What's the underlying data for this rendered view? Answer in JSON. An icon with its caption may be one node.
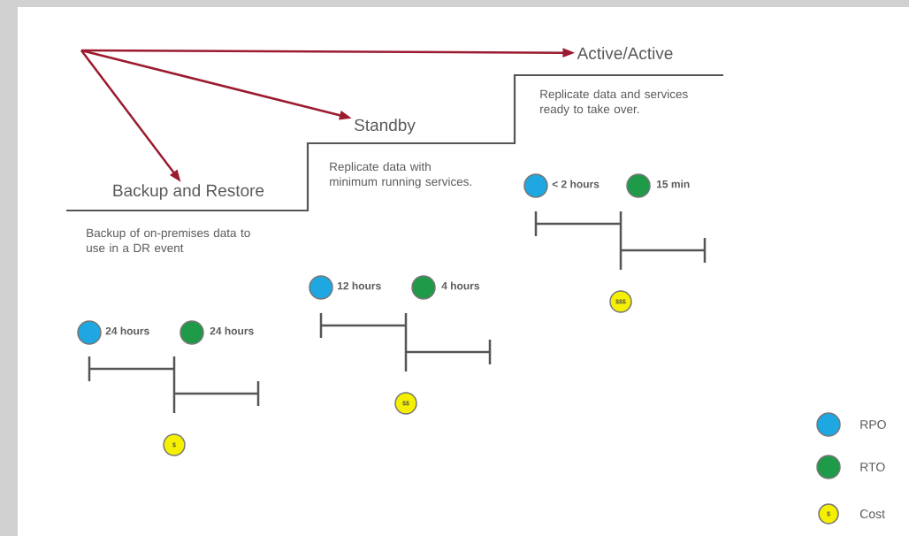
{
  "diagram": {
    "nodes": [
      {
        "text": [
          "Backup and Restore"
        ]
      },
      {
        "text": [
          "Standby"
        ]
      },
      {
        "text": [
          "Active/Active"
        ]
      }
    ],
    "edges": [
      {
        "from": null,
        "to": 0,
        "arrow": "to",
        "color": "#9b1b30"
      },
      {
        "from": null,
        "to": 1,
        "arrow": "to",
        "color": "#9b1b30"
      },
      {
        "from": null,
        "to": 2,
        "arrow": "to",
        "color": "#9b1b30"
      }
    ],
    "labels": [
      "Backup of on-premises data to use in a DR event",
      "24 hours",
      "24 hours",
      "$",
      "Replicate data with minimum running services.",
      "12 hours",
      "4 hours",
      "$$",
      "Replicate data and services ready to take over.",
      "< 2 hours",
      "15 min",
      "$$$",
      "$"
    ],
    "legend": [
      {
        "text": "RPO",
        "color": "#1ea7e1"
      },
      {
        "text": "RTO",
        "color": "#1f9a48"
      },
      {
        "text": "Cost",
        "color": "#f5ef00"
      }
    ]
  }
}
